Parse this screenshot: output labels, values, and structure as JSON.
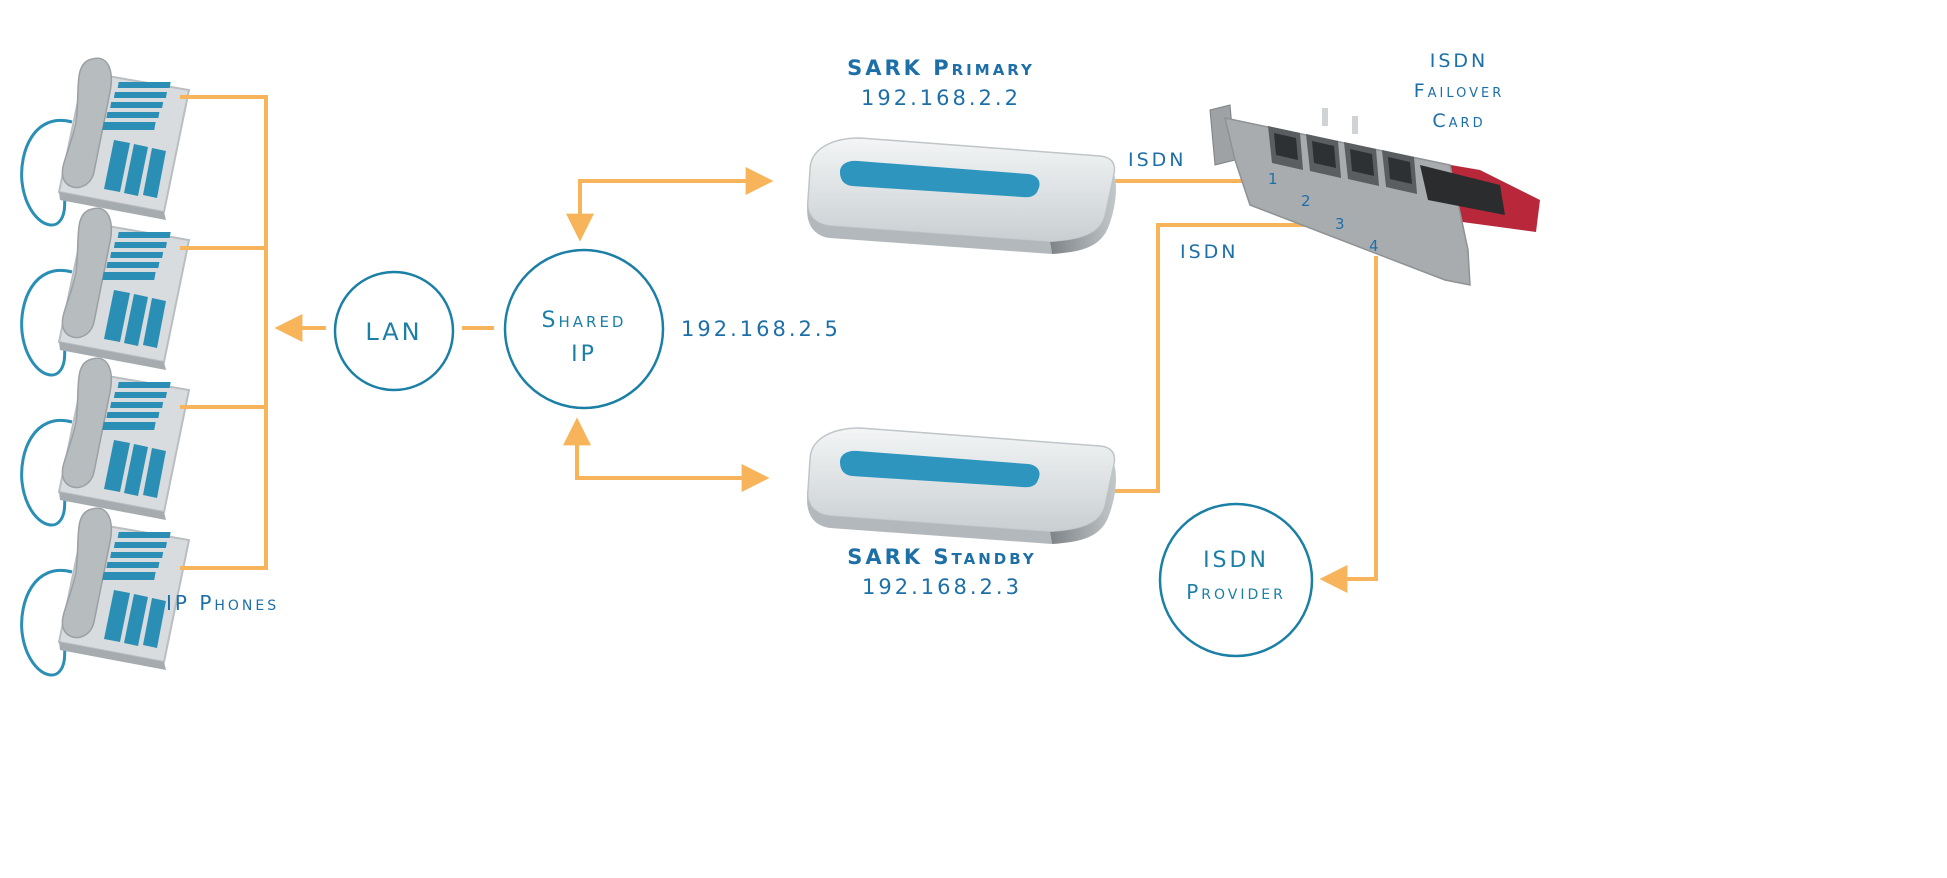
{
  "labels": {
    "ip_phones": "IP Phones",
    "lan": "LAN",
    "shared_ip_line1": "Shared",
    "shared_ip_line2": "IP",
    "shared_ip_address": "192.168.2.5",
    "primary_name": "SARK Primary",
    "primary_ip": "192.168.2.2",
    "standby_name": "SARK Standby",
    "standby_ip": "192.168.2.3",
    "card_line1": "ISDN",
    "card_line2": "Failover",
    "card_line3": "Card",
    "isdn_upper": "ISDN",
    "isdn_lower": "ISDN",
    "provider_line1": "ISDN",
    "provider_line2": "Provider",
    "port1": "1",
    "port2": "2",
    "port3": "3",
    "port4": "4"
  },
  "colors": {
    "link": "#f7b45a",
    "text": "#1d6fa8",
    "circle": "#1b7fa6",
    "device_body": "#dfe3e4",
    "device_stripe": "#2e95bf",
    "card_board": "#b8283a",
    "card_metal": "#a9acae"
  },
  "icons": {
    "phone": "ip-phone-icon",
    "server": "server-appliance-icon",
    "card": "isdn-card-icon"
  }
}
